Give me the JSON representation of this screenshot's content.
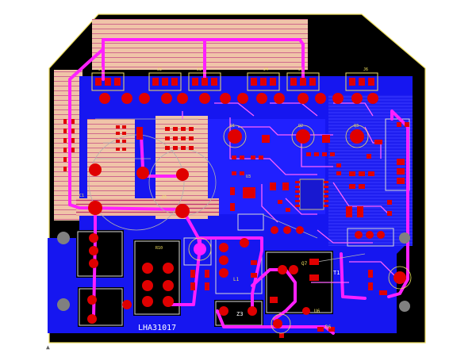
{
  "colors": {
    "background": "#ffffff",
    "board": "#000000",
    "outline": "#f0e060",
    "bottom_copper": "#1a1aff",
    "top_copper": "#e00000",
    "pink_trace": "#ff00ff",
    "silkscreen": "#f0e060",
    "cream_layer": "#f4c8a0",
    "via": "#a0a0a0"
  },
  "labels": {
    "board_id": "LHA31017",
    "t1": "T1",
    "z3": "Z3",
    "q7": "Q7",
    "l1": "L1",
    "d6": "D6",
    "u6": "U6"
  }
}
